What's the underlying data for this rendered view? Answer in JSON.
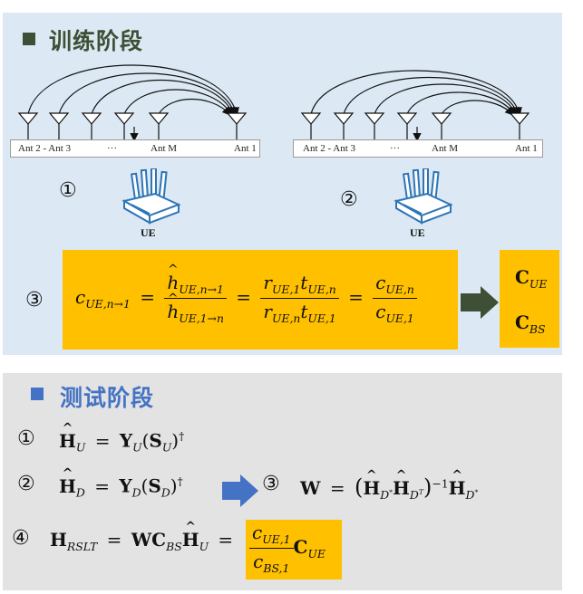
{
  "training": {
    "title": "训练阶段",
    "bullet_color": "#3f4f35",
    "left_array": {
      "labels": [
        "Ant 2 - Ant 3",
        "···",
        "Ant M",
        "Ant 1"
      ]
    },
    "right_array": {
      "labels": [
        "Ant 2 - Ant 3",
        "···",
        "Ant M",
        "Ant 1"
      ]
    },
    "step1": "①",
    "step2": "②",
    "step3": "③",
    "ue_label": "UE",
    "formula": {
      "lhs": "c",
      "lhs_sub": "UE,n→1",
      "h": "h",
      "h_num_sub": "UE,n→1",
      "h_den_sub": "UE,1→n",
      "r": "r",
      "t": "t",
      "r_num_sub": "UE,1",
      "t_num_sub": "UE,n",
      "r_den_sub": "UE,n",
      "t_den_sub": "UE,1",
      "c_num_sub": "UE,n",
      "c_den_sub": "UE,1",
      "eq": "="
    },
    "result_box": {
      "c": "C",
      "ue_sub": "UE",
      "bs_sub": "BS"
    },
    "highlight_color": "#ffc000",
    "arrow_color": "#3f4f35"
  },
  "testing": {
    "title": "测试阶段",
    "bullet_color": "#4472c4",
    "arrow_color": "#4472c4",
    "step1": "①",
    "step2": "②",
    "step3": "③",
    "step4": "④",
    "eq1": {
      "h": "H",
      "h_sub": "U",
      "y": "Y",
      "y_sub": "U",
      "s": "S",
      "s_sub": "U",
      "dagger": "†"
    },
    "eq2": {
      "h": "H",
      "h_sub": "D",
      "y": "Y",
      "y_sub": "D",
      "s": "S",
      "s_sub": "D",
      "dagger": "†"
    },
    "eq3": {
      "w": "W",
      "h": "H",
      "star": "*",
      "t": "T",
      "sub": "D",
      "inv": "−1"
    },
    "eq4": {
      "h": "H",
      "h_sub": "RSLT",
      "w": "W",
      "c": "C",
      "c_sub": "BS",
      "hu_sub": "U",
      "cnum": "c",
      "cnum_sub": "UE,1",
      "cden_sub": "BS,1",
      "cue_sub": "UE"
    }
  }
}
